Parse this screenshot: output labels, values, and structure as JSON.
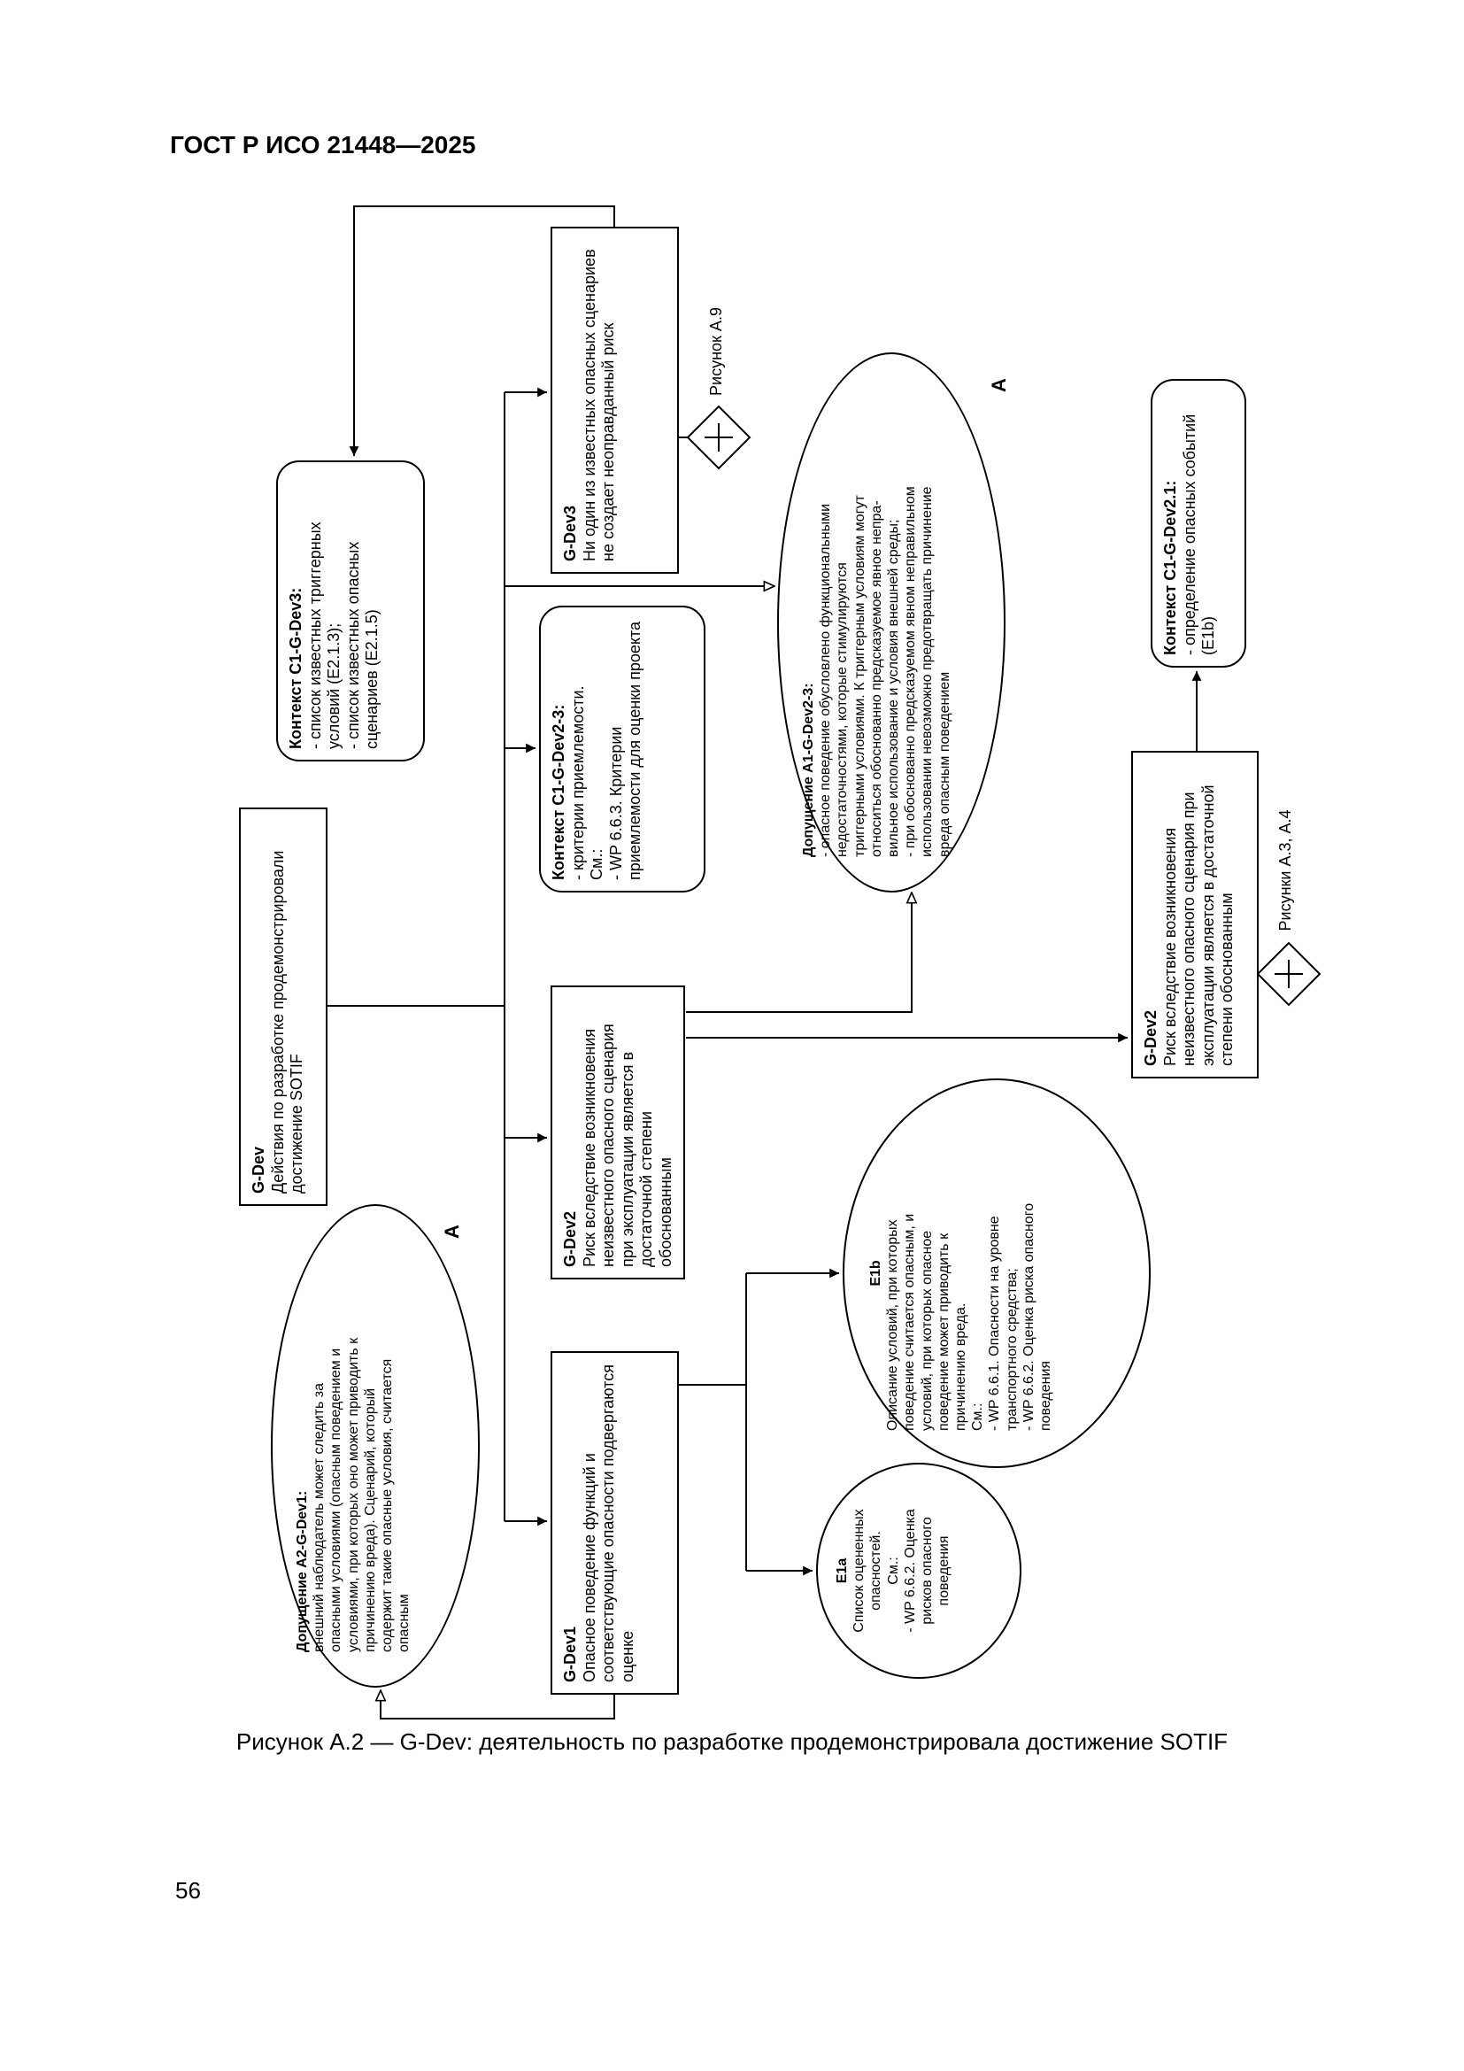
{
  "page": {
    "header": "ГОСТ Р ИСО 21448—2025",
    "caption": "Рисунок А.2 — G-Dev: деятельность по разработке продемонстрировала достижение SOTIF",
    "page_number": "56"
  },
  "colors": {
    "ink": "#000000",
    "background": "#ffffff"
  },
  "diagram": {
    "labels": {
      "fig_a9": "Рисунок А.9",
      "fig_a3_a4": "Рисунки А.3, А.4",
      "assumption_marker": "A"
    },
    "nodes": {
      "gdev": {
        "title": "G-Dev",
        "body": "Действия по разработке продемонстрировали достижение SOTIF"
      },
      "gdev1": {
        "title": "G-Dev1",
        "body": "Опасное поведение функций и соответствующие опасности подвергаются оценке"
      },
      "gdev2_main": {
        "title": "G-Dev2",
        "body": "Риск вследствие возникновения неизвестного опасного сценария при эксплуатации является в достаточной степени обоснованным"
      },
      "gdev2_away": {
        "title": "G-Dev2",
        "body": "Риск вследствие возникновения неизвестного опасного сценария при эксплуатации является в достаточной степени обоснованным"
      },
      "gdev3": {
        "title": "G-Dev3",
        "body": "Ни один из известных опасных сценариев не создает неоправданный риск"
      },
      "ctx_c1_gdev3": {
        "title": "Контекст C1-G-Dev3:",
        "body": "- список известных триггерных условий (Е2.1.3);\n- список известных опасных сценариев (Е2.1.5)"
      },
      "ctx_c1_gdev23": {
        "title": "Контекст C1-G-Dev2-3:",
        "body": "- критерии приемлемости.\nСм.:\n- WP 6.6.3. Критерии приемлемости для оценки проекта"
      },
      "ctx_c1_gdev21": {
        "title": "Контекст C1-G-Dev2.1:",
        "body": "- определение опасных событий (E1b)"
      },
      "a1": {
        "title": "Допущение A1-G-Dev2-3:",
        "body": "- опасное поведение обусловлено функциональными\nнедостаточностями, которые стимулируются\nтриггерными условиями. К триггерным условиям могут\nотноситься обоснованно предсказуемое явное непра-\nвильное использование и условия внешней среды;\n- при обоснованно предсказуемом явном неправильном\nиспользовании невозможно предотвращать причинение\nвреда опасным поведением"
      },
      "a2": {
        "title": "Допущение A2-G-Dev1:",
        "body": "внешний наблюдатель может следить за\nопасными условиями (опасным поведением и\nусловиями, при которых оно может приводить к\nпричинению вреда). Сценарий, который\nсодержит такие опасные условия, считается\nопасным"
      },
      "e1b": {
        "title": "E1b",
        "body": "Описание условий, при которых\nповедение считается опасным, и\nусловий, при которых опасное\nповедение может приводить к\nпричинению вреда.\nСм.:\n- WP 6.6.1. Опасности на уровне\nтранспортного средства;\n- WP 6.6.2. Оценка риска опасного\nповедения"
      },
      "e1a": {
        "title": "E1a",
        "body": "Список оцененных\nопасностей.\nСм.:\n- WP 6.6.2. Оценка\nрисков опасного\nповедения"
      }
    }
  }
}
